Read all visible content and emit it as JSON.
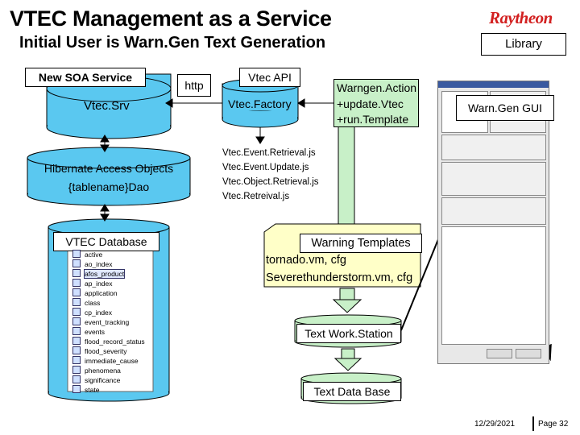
{
  "header": {
    "title": "VTEC Management as a Service",
    "subtitle": "Initial User is Warn.Gen Text Generation",
    "logo_text": "Raytheon",
    "library_label": "Library"
  },
  "diagram": {
    "new_soa_service": "New SOA Service",
    "vtec_srv": "Vtec.Srv",
    "http": "http",
    "vtec_api": "Vtec API",
    "vtec_factory": "Vtec.Factory",
    "warngen_action": [
      "Warngen.Action",
      "+update.Vtec",
      "+run.Template"
    ],
    "warngen_gui": "Warn.Gen GUI",
    "hibernate": [
      "Hibernate Access Objects",
      "{tablename}Dao"
    ],
    "js_files": [
      "Vtec.Event.Retrieval.js",
      "Vtec.Event.Update.js",
      "Vtec.Object.Retrieval.js",
      "Vtec.Retreival.js"
    ],
    "vtec_database": "VTEC Database",
    "db_tables": [
      "active",
      "ao_index",
      "afos_product",
      "ap_index",
      "application",
      "class",
      "cp_index",
      "event_tracking",
      "events",
      "flood_record_status",
      "flood_severity",
      "immediate_cause",
      "phenomena",
      "significance",
      "state"
    ],
    "warning_templates": [
      "Warning Templates",
      "tornado.vm, cfg",
      "Severethunderstorm.vm, cfg"
    ],
    "text_workstation": "Text Work.Station",
    "text_database": "Text Data Base"
  },
  "footer": {
    "date": "12/29/2021",
    "page": "Page 32"
  },
  "colors": {
    "shape_fill": "#5ac8f0",
    "green_fill": "#c8f0c8",
    "note_fill": "#ffffc8",
    "logo_red": "#d22020"
  }
}
